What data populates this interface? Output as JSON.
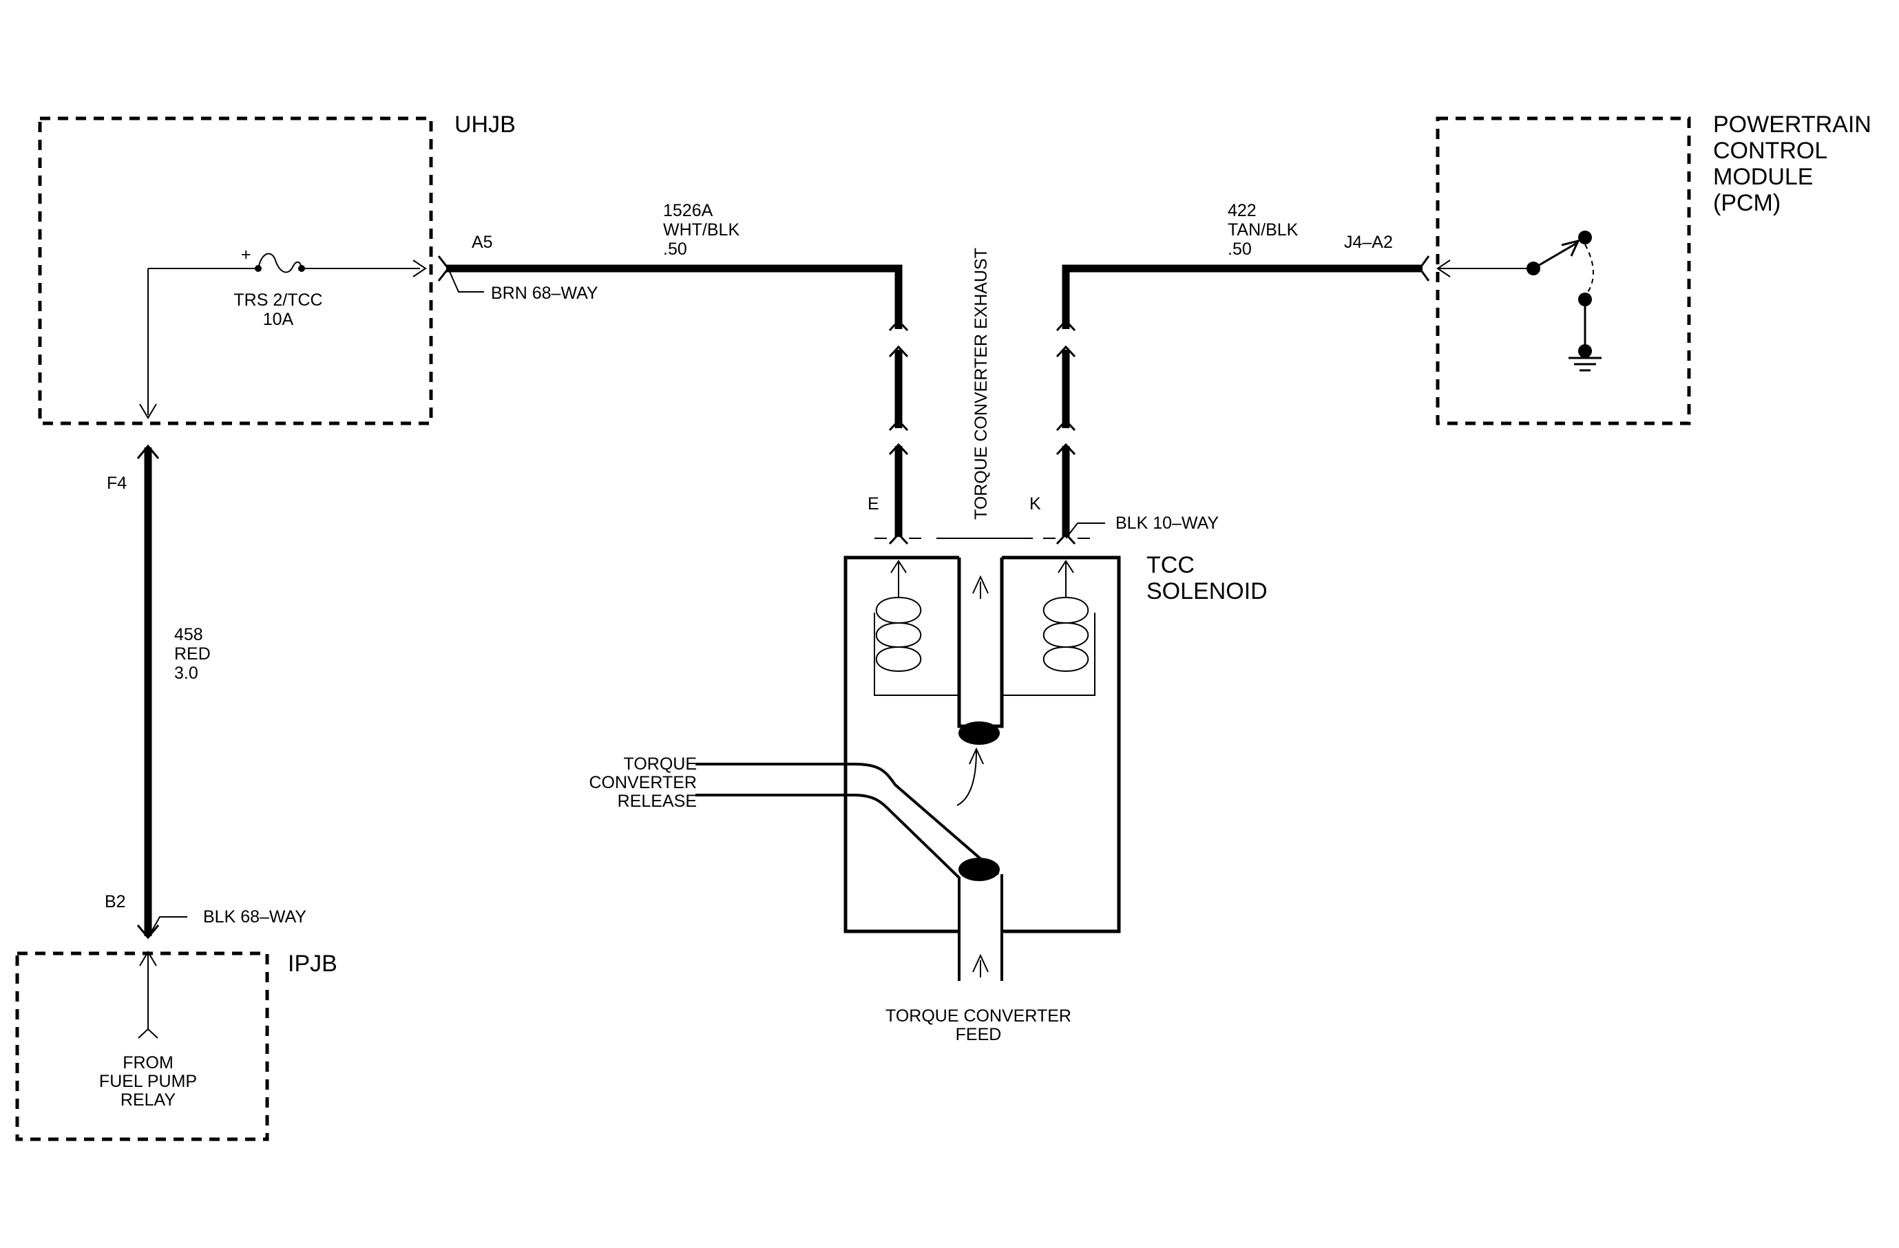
{
  "components": {
    "uhjb": "UHJB",
    "ipjb": "IPJB",
    "pcm": [
      "POWERTRAIN",
      "CONTROL",
      "MODULE",
      "(PCM)"
    ],
    "tcc_solenoid": [
      "TCC",
      "SOLENOID"
    ]
  },
  "fuse": {
    "name": "TRS 2/TCC",
    "rating": "10A",
    "polarity": "+"
  },
  "connectors": {
    "uhjb_out": "BRN  68–WAY",
    "ipjb_top": "BLK  68–WAY",
    "solenoid": "BLK  10–WAY"
  },
  "pins": {
    "a5": "A5",
    "f4": "F4",
    "b2": "B2",
    "e": "E",
    "k": "K",
    "j4a2": "J4–A2"
  },
  "wires": {
    "w1526": [
      "1526A",
      "WHT/BLK",
      ".50"
    ],
    "w422": [
      "422",
      "TAN/BLK",
      ".50"
    ],
    "w458": [
      "458",
      "RED",
      "3.0"
    ]
  },
  "hydraulics": {
    "exhaust": "TORQUE CONVERTER EXHAUST",
    "release": [
      "TORQUE",
      "CONVERTER",
      "RELEASE"
    ],
    "feed": [
      "TORQUE CONVERTER",
      "FEED"
    ]
  },
  "source": [
    "FROM",
    "FUEL PUMP",
    "RELAY"
  ]
}
